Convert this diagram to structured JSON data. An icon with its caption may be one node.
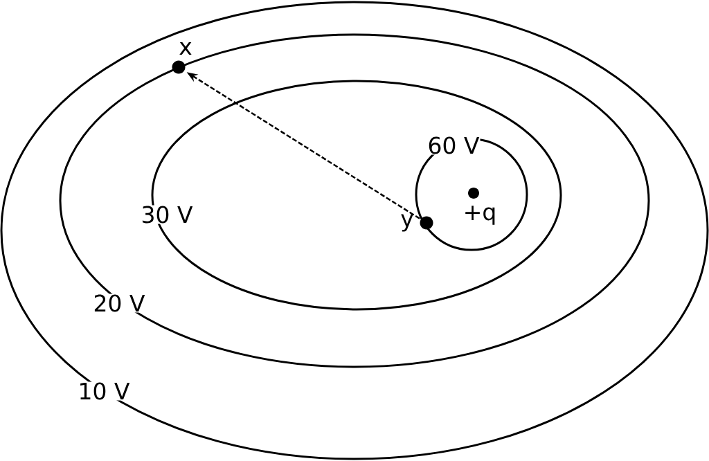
{
  "diagram": {
    "nodes": [
      {
        "text": [],
        "shape": "circle",
        "beside": [
          "x"
        ]
      },
      {
        "text": [],
        "shape": "circle",
        "beside": [
          "y"
        ]
      }
    ],
    "edges": [
      {
        "from": 1,
        "to": 0,
        "arrow": "to",
        "style": "dashed"
      }
    ],
    "labels": [
      "60 V",
      "30 V",
      "+q",
      "20 V",
      "10 V"
    ]
  }
}
